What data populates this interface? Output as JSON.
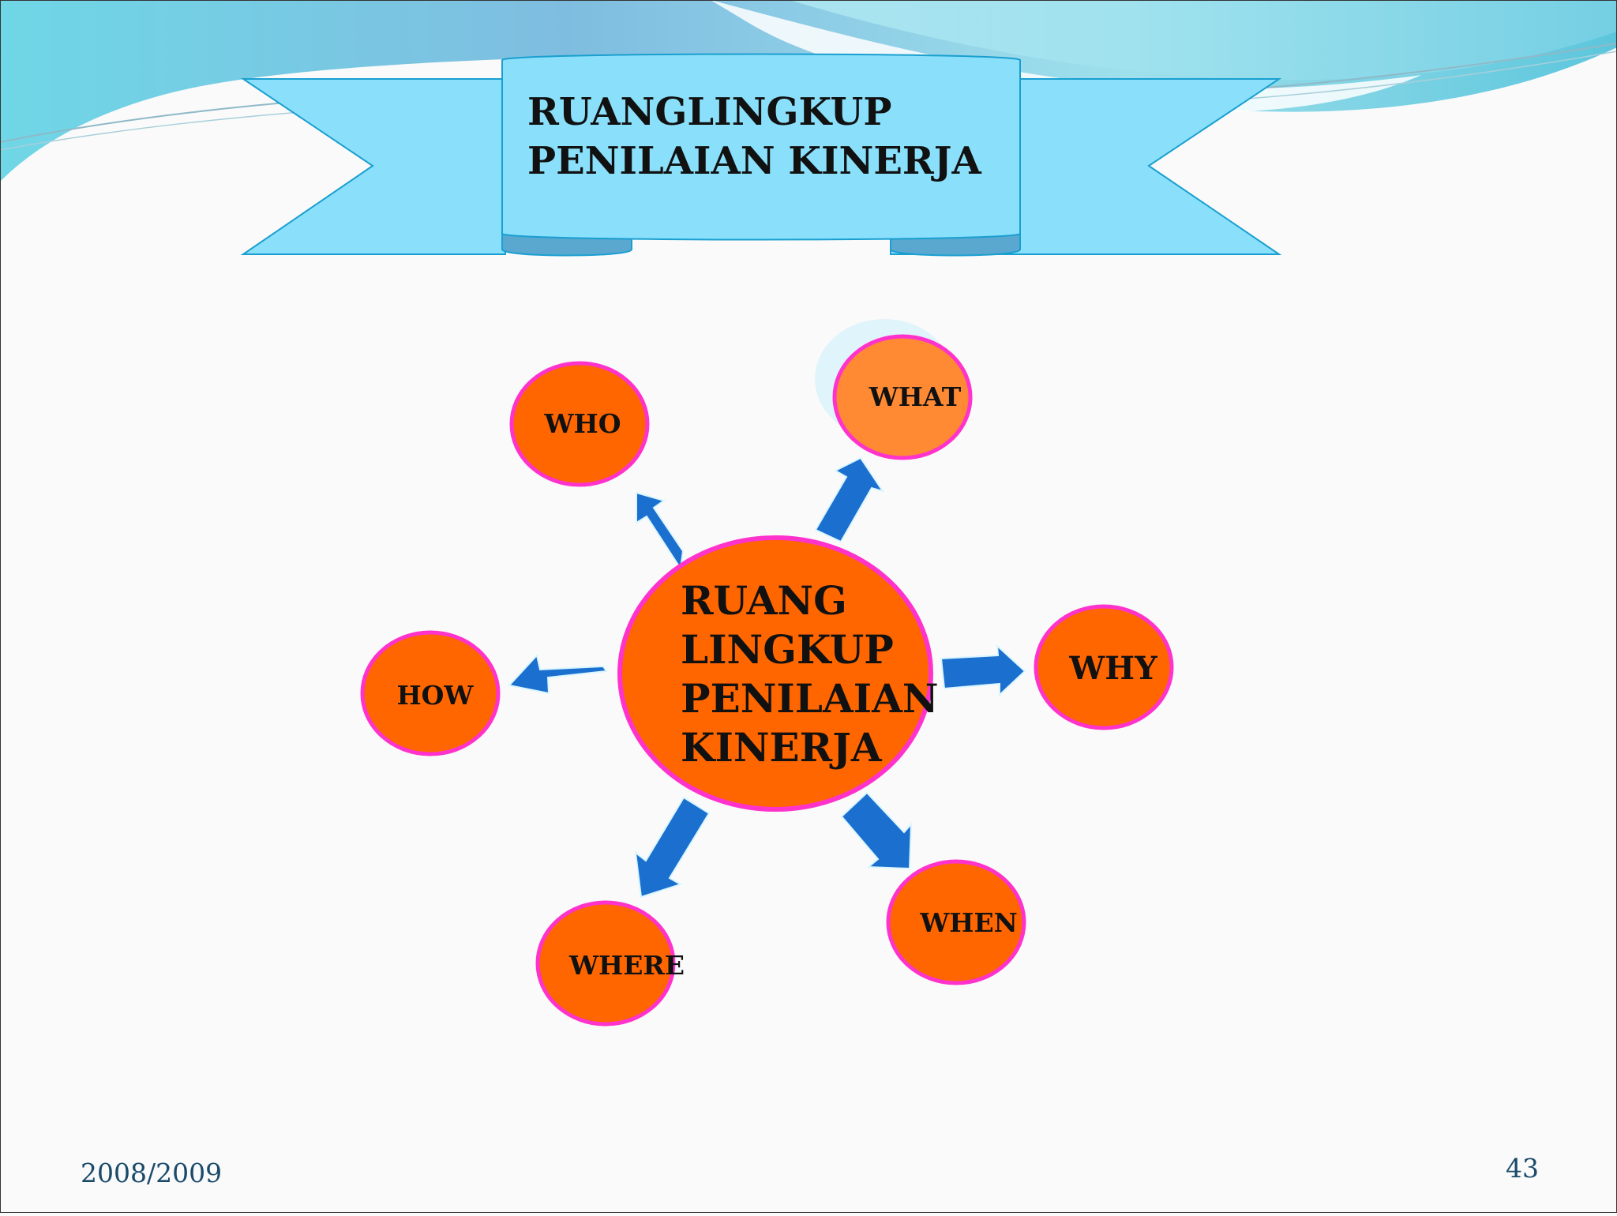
{
  "title": {
    "line1": "RUANGLINGKUP",
    "line2": "PENILAIAN KINERJA"
  },
  "center": {
    "lines": [
      "RUANG",
      "LINGKUP",
      "PENILAIAN",
      "KINERJA"
    ]
  },
  "nodes": [
    {
      "id": "who",
      "label": "WHO"
    },
    {
      "id": "what",
      "label": "WHAT"
    },
    {
      "id": "why",
      "label": "WHY"
    },
    {
      "id": "when",
      "label": "WHEN"
    },
    {
      "id": "where",
      "label": "WHERE"
    },
    {
      "id": "how",
      "label": "HOW"
    }
  ],
  "footer": {
    "date": "2008/2009",
    "page_number": "43"
  },
  "colors": {
    "ribbon": "#8ae0fb",
    "ribbon_stroke": "#1a9fd0",
    "node_fill": "#ff6600",
    "node_fill_light": "#ff8a33",
    "node_stroke": "#ff33cc",
    "arrow_fill": "#1b6fcf",
    "arrow_stroke": "#d9f6ff",
    "wave_dark": "#57c8e0",
    "wave_light": "#a9e4f2"
  }
}
